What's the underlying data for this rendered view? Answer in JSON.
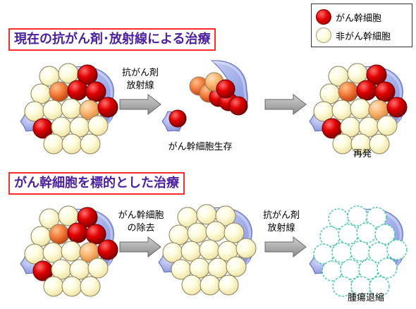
{
  "legend": {
    "items": [
      {
        "label": "がん幹細胞",
        "color": "#e00000"
      },
      {
        "label": "非がん幹細胞",
        "color": "#fffde0"
      }
    ]
  },
  "top": {
    "title": "現在の抗がん剤･放射線による治療",
    "arrow1_line1": "抗がん剤",
    "arrow1_line2": "放射線",
    "survive_label": "がん幹細胞生存",
    "relapse_label": "再発"
  },
  "bottom": {
    "title": "がん幹細胞を標的とした治療",
    "arrow1_line1": "がん幹細胞",
    "arrow1_line2": "の除去",
    "arrow2_line1": "抗がん剤",
    "arrow2_line2": "放射線",
    "shrink_label": "腫瘍退縮"
  },
  "colors": {
    "title_border": "#ff2b2b",
    "title_text": "#4b1fa0",
    "stem_cell": "#e00000",
    "normal_cell": "#fffde0",
    "stroma": "#9aa8e8",
    "arrow": "#a0a0a0",
    "dead_cell_outline": "#2ec7a0"
  }
}
